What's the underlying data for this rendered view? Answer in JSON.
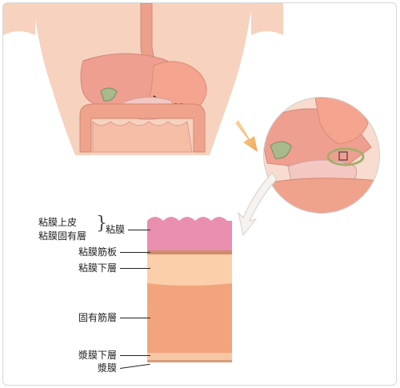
{
  "labels": {
    "mucosa_epithelium": "粘膜上皮",
    "lamina_propria": "粘膜固有層",
    "mucosa": "粘膜",
    "muscularis_mucosae": "粘膜筋板",
    "submucosa": "粘膜下層",
    "muscularis_propria": "固有筋層",
    "subserosa": "漿膜下層",
    "serosa": "漿膜"
  },
  "colors": {
    "skin": "#f6d2bf",
    "organ": "#f1a88f",
    "mucosa": "#e98fb0",
    "muscularis_mucosae": "#d08a6c",
    "submucosa": "#fbcfaa",
    "muscularis_propria": "#f2a47c",
    "subserosa": "#f6c7a4",
    "serosa": "#d99b7c",
    "arrow": "#f3bb6a"
  }
}
